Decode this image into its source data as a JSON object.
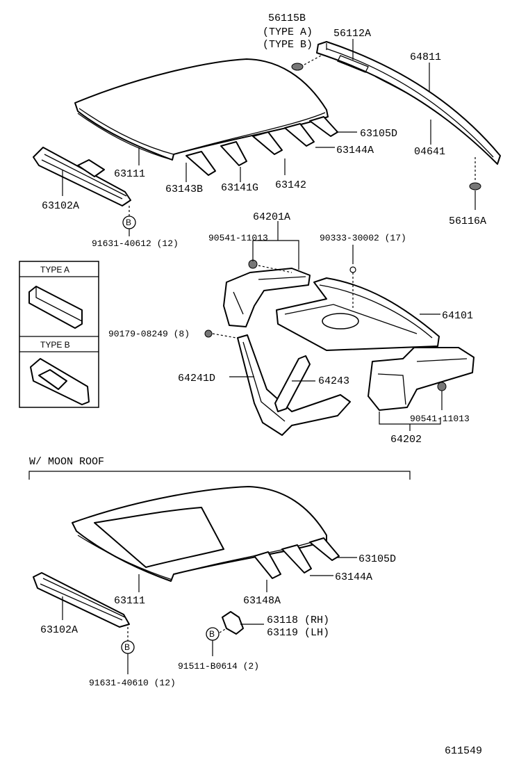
{
  "labels": {
    "p56115b": "56115B",
    "type_a_paren": "(TYPE A)",
    "type_b_paren": "(TYPE B)",
    "p56112a": "56112A",
    "p64811": "64811",
    "p63105d_top": "63105D",
    "p63144a_top": "63144A",
    "p04641": "04641",
    "p63111_top": "63111",
    "p63143b": "63143B",
    "p63141g": "63141G",
    "p63142": "63142",
    "p63102a_top": "63102A",
    "p56116a": "56116A",
    "b_marker_top": "B",
    "p91631_40612": "91631-40612 (12)",
    "p64201a": "64201A",
    "p90541_top": "90541-11013",
    "p90333": "90333-30002 (17)",
    "type_a": "TYPE A",
    "type_b": "TYPE B",
    "p64101": "64101",
    "p90179": "90179-08249 (8)",
    "p64241d": "64241D",
    "p64243": "64243",
    "p90541_bottom": "90541-11013",
    "p64202": "64202",
    "moon_roof_title": "W/ MOON ROOF",
    "p63105d_bottom": "63105D",
    "p63144a_bottom": "63144A",
    "p63111_bottom": "63111",
    "p63148a": "63148A",
    "p63102a_bottom": "63102A",
    "p63118": "63118 (RH)",
    "p63119": "63119 (LH)",
    "b_marker_mid": "B",
    "b_marker_bottom": "B",
    "p91511": "91511-B0614 (2)",
    "p91631_40610": "91631-40610 (12)",
    "diagram_number": "611549"
  }
}
